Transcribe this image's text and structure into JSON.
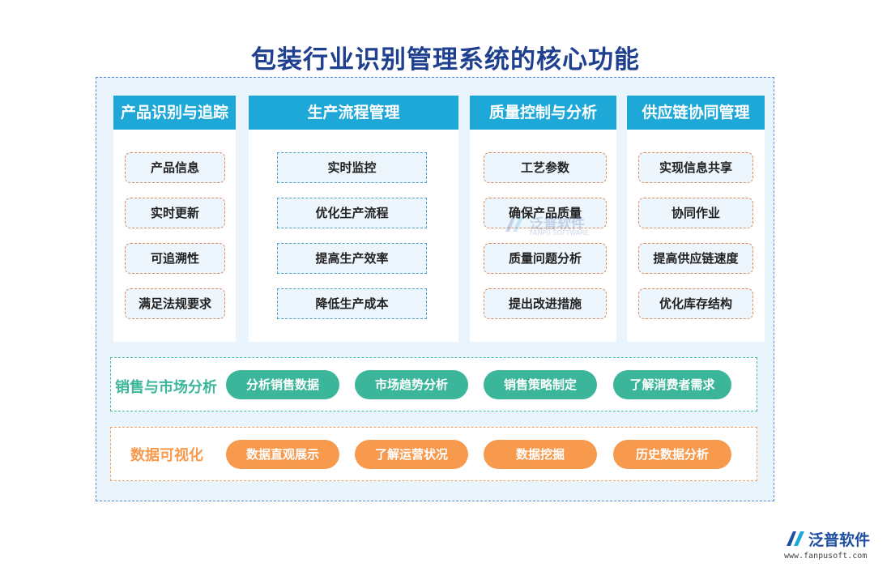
{
  "title": "包装行业识别管理系统的核心功能",
  "columns": [
    {
      "title": "产品识别与追踪",
      "items": [
        "产品信息",
        "实时更新",
        "可追溯性",
        "满足法规要求"
      ]
    },
    {
      "title": "生产流程管理",
      "items": [
        "实时监控",
        "优化生产流程",
        "提高生产效率",
        "降低生产成本"
      ]
    },
    {
      "title": "质量控制与分析",
      "items": [
        "工艺参数",
        "确保产品质量",
        "质量问题分析",
        "提出改进措施"
      ]
    },
    {
      "title": "供应链协同管理",
      "items": [
        "实现信息共享",
        "协同作业",
        "提高供应链速度",
        "优化库存结构"
      ]
    }
  ],
  "sales": {
    "label": "销售与市场分析",
    "items": [
      "分析销售数据",
      "市场趋势分析",
      "销售策略制定",
      "了解消费者需求"
    ]
  },
  "visualization": {
    "label": "数据可视化",
    "items": [
      "数据直观展示",
      "了解运营状况",
      "数据挖掘",
      "历史数据分析"
    ]
  },
  "watermark": {
    "name": "泛普软件",
    "sub": "FANPU SOFTWARE"
  },
  "logo": {
    "name": "泛普软件",
    "url": "www.fanpusoft.com"
  },
  "colors": {
    "title": "#1f3f8f",
    "header": "#1ea8d8",
    "green": "#3bb69a",
    "orange": "#f79a4e"
  }
}
